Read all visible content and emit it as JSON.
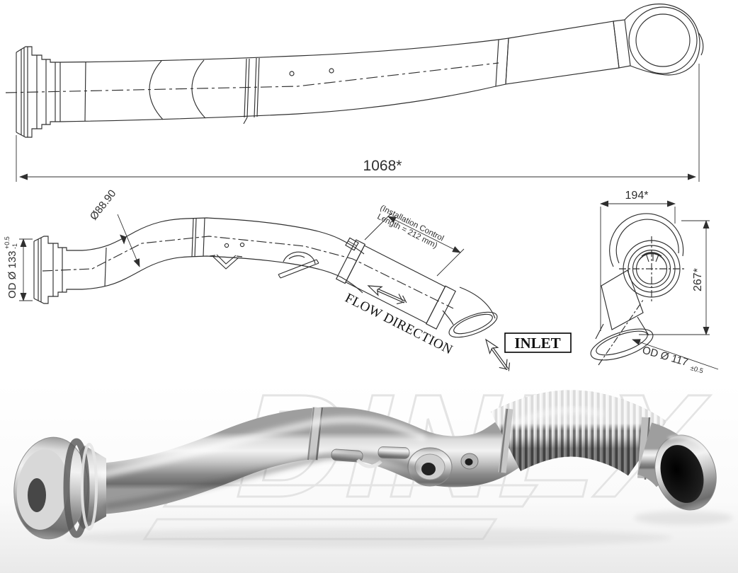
{
  "colors": {
    "drawing_line": "#2f2f2f",
    "background": "#ffffff",
    "photo_background_bottom": "#ededed",
    "watermark_outline": "#e5e5e5",
    "metal_highlight": "#f1f1f1",
    "metal_shadow": "#6f6f6f",
    "inlet_box_border": "#000000"
  },
  "top_view": {
    "overall_length_label": "1068*"
  },
  "side_view": {
    "flex_diameter_label": "Ø88.90",
    "inlet_od_label": "OD Ø 133",
    "inlet_od_tolerance_plus": "+0.5",
    "inlet_od_tolerance_minus": "-1",
    "installation_note_line1": "(Installation Control",
    "installation_note_line2": "Length = 212 mm)",
    "flow_direction_label": "FLOW DIRECTION",
    "inlet_label": "INLET"
  },
  "end_view": {
    "width_label": "194*",
    "height_label": "267*",
    "outlet_od_label": "OD Ø 117",
    "outlet_od_tolerance": "±0.5"
  },
  "photo": {
    "watermark_text": "DINEX"
  }
}
